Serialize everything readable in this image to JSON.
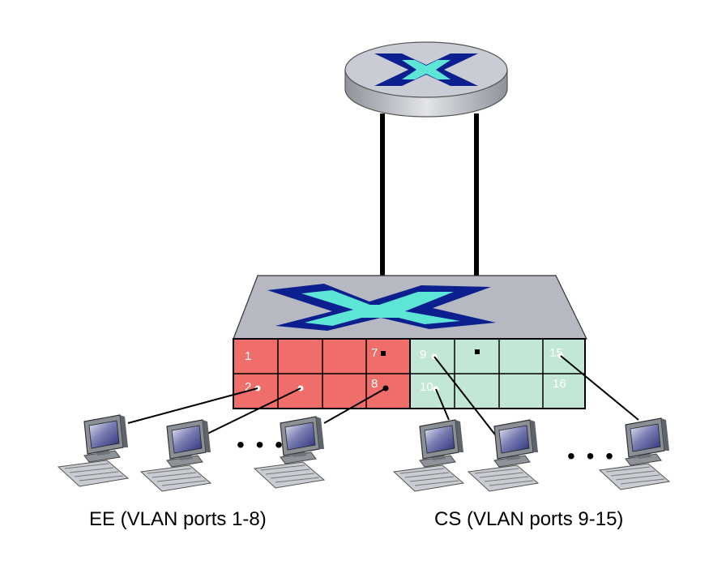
{
  "colors": {
    "ee_vlan": "#ef6e6a",
    "cs_vlan": "#c3e7d7",
    "switch_top": "#b6b9c2",
    "router_body": "#c9ccd4",
    "arrow_dark": "#0b1f8f",
    "arrow_light": "#5de6d6",
    "wire": "#000000"
  },
  "switch": {
    "ee_ports": {
      "label_1": "1",
      "label_2": "2",
      "label_7": "7",
      "label_8": "8"
    },
    "cs_ports": {
      "label_9": "9",
      "label_10": "10",
      "label_15": "15",
      "label_16": "16"
    }
  },
  "groups": {
    "ee_label": "EE (VLAN ports 1-8)",
    "cs_label": "CS (VLAN ports 9-15)",
    "ellipsis": "• • •"
  },
  "icons": {
    "router": "router-icon",
    "switch": "switch-icon",
    "computer": "desktop-computer-icon"
  }
}
